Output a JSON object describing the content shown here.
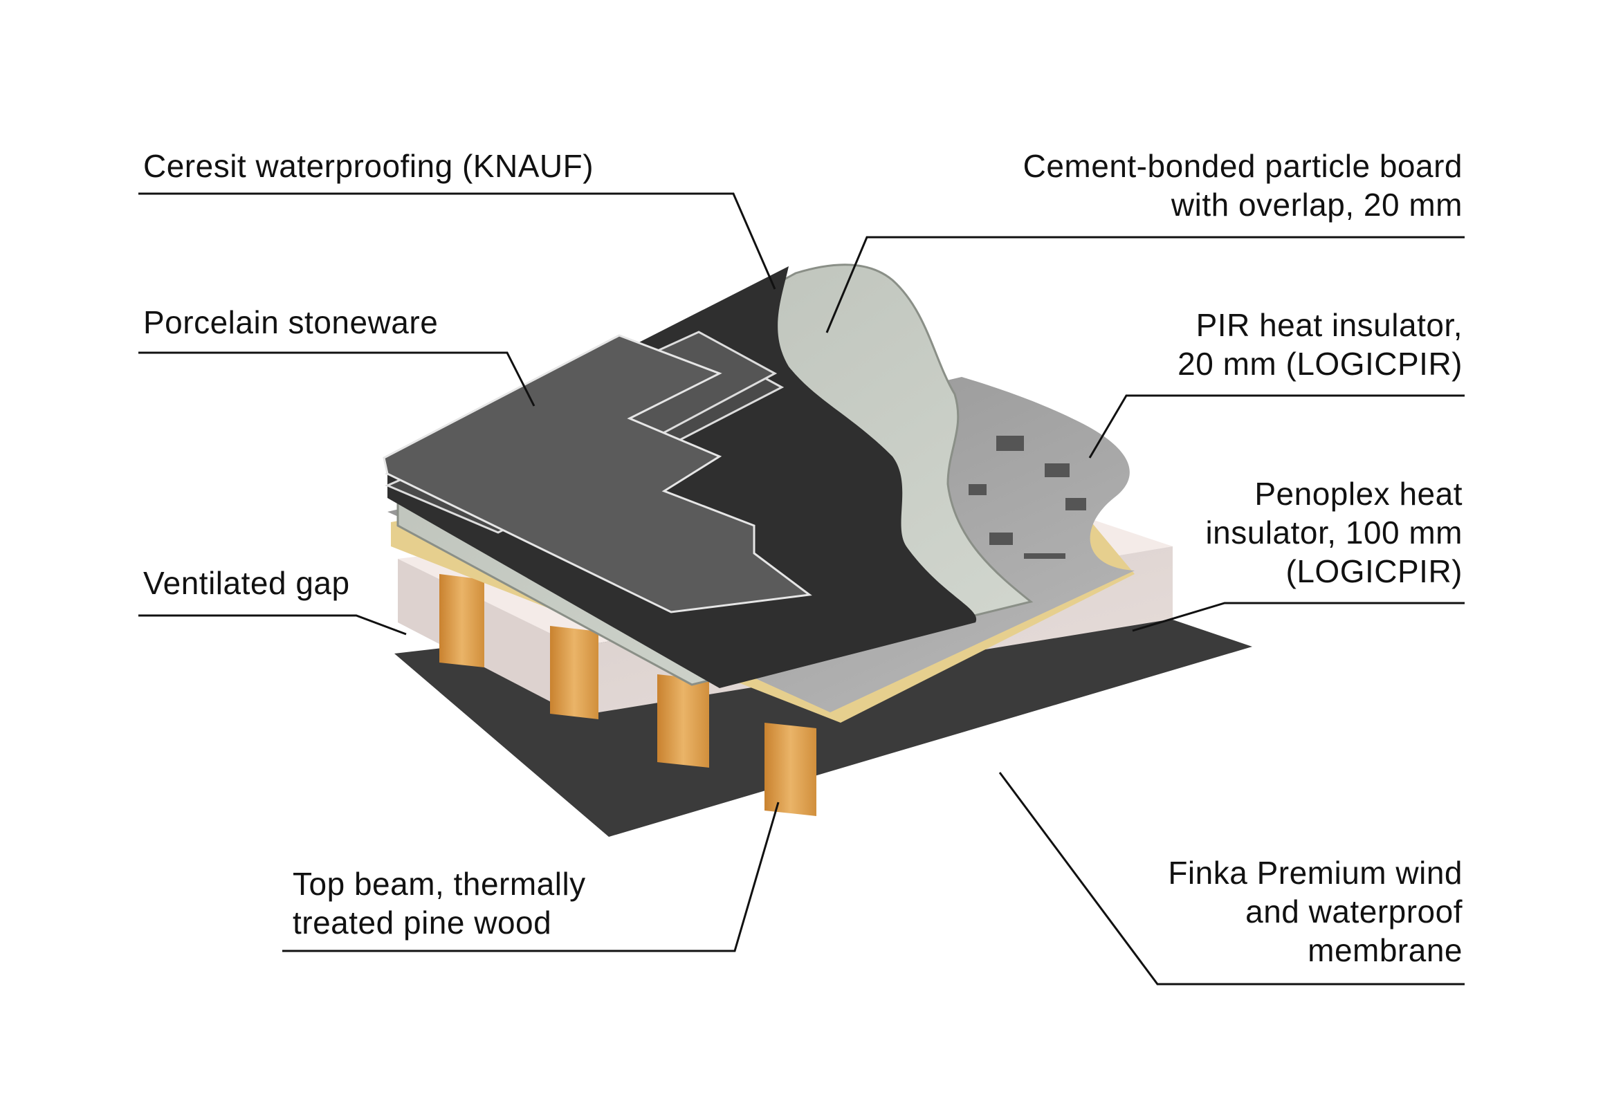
{
  "labels": {
    "ceresit": [
      "Ceresit waterproofing (KNAUF)"
    ],
    "porcelain": [
      "Porcelain stoneware"
    ],
    "ventilated": [
      "Ventilated gap"
    ],
    "beam": [
      "Top beam, thermally",
      "treated pine wood"
    ],
    "cement": [
      "Cement-bonded particle board",
      "with overlap, 20 mm"
    ],
    "pir": [
      "PIR heat insulator,",
      "20 mm (LOGICPIR)"
    ],
    "penoplex": [
      "Penoplex heat",
      "insulator, 100 mm",
      "(LOGICPIR)"
    ],
    "finka": [
      "Finka Premium wind",
      "and waterproof",
      "membrane"
    ]
  },
  "colors": {
    "line": "#111111",
    "membrane": "#3a3a3a",
    "penoplex": "#efe3e0",
    "wood": "#e0a24e",
    "pir_face": "#9a9a9a",
    "foam_edge": "#e8d49a",
    "cement_board": "#c4c9c2",
    "waterproofing": "#333333",
    "stoneware": "#575757"
  }
}
